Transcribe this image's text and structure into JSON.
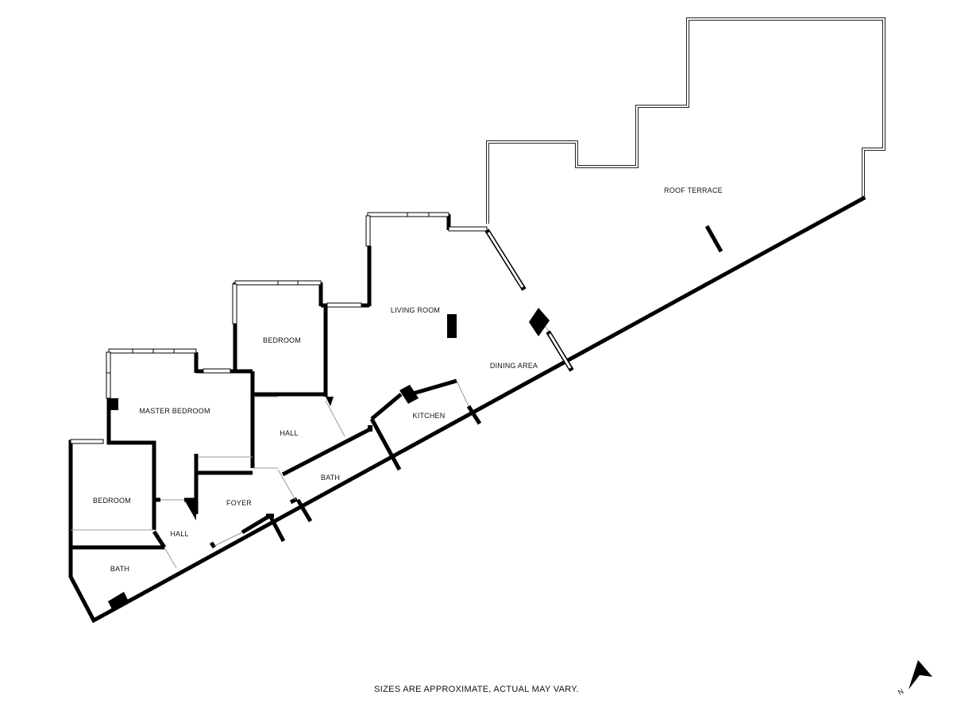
{
  "rooms": {
    "roof_terrace": "ROOF TERRACE",
    "living_room": "LIVING ROOM",
    "dining_area": "DINING AREA",
    "kitchen": "KITCHEN",
    "bedroom_upper": "BEDROOM",
    "hall_upper": "HALL",
    "bath_middle": "BATH",
    "master_bedroom": "MASTER BEDROOM",
    "foyer": "FOYER",
    "bedroom_lower": "BEDROOM",
    "hall_lower": "HALL",
    "bath_lower": "BATH"
  },
  "disclaimer": "SIZES ARE APPROXIMATE, ACTUAL MAY VARY.",
  "compass": {
    "letter": "N",
    "icon": "north-arrow-icon"
  },
  "colors": {
    "wall": "#000000",
    "background": "#ffffff",
    "window": "#ffffff"
  }
}
